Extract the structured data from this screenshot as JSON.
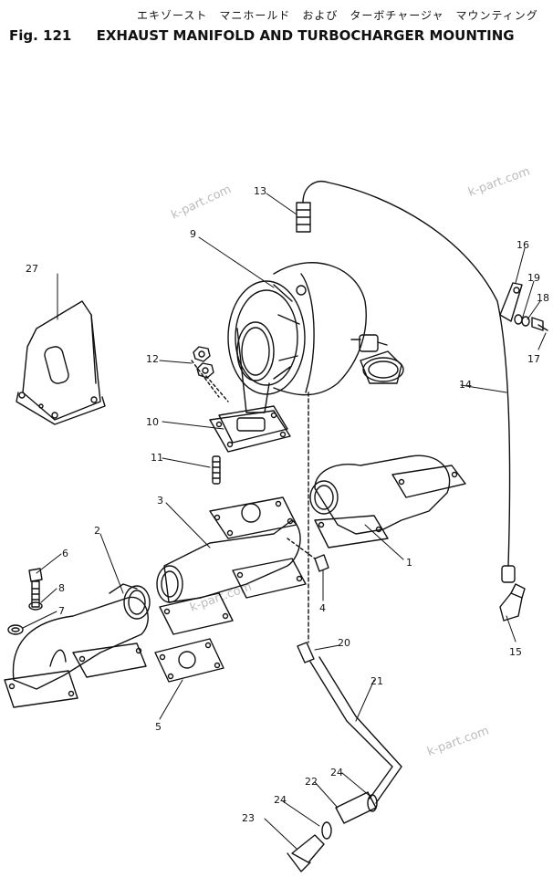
{
  "figure": {
    "title_jp": "エキゾースト　マニホールド　および　ターボチャージャ　マウンティング",
    "fig_label": "Fig. 121",
    "title_en": "EXHAUST MANIFOLD AND TURBOCHARGER MOUNTING"
  },
  "watermarks": [
    "k-part.com",
    "k-part.com",
    "k-part.com",
    "k-part.com"
  ],
  "callouts": {
    "c1": "1",
    "c2": "2",
    "c3": "3",
    "c4": "4",
    "c5": "5",
    "c6": "6",
    "c7": "7",
    "c8": "8",
    "c9": "9",
    "c10": "10",
    "c11": "11",
    "c12": "12",
    "c13": "13",
    "c14": "14",
    "c15": "15",
    "c16": "16",
    "c17": "17",
    "c18": "18",
    "c19": "19",
    "c20": "20",
    "c21": "21",
    "c22": "22",
    "c23": "23",
    "c24a": "24",
    "c24b": "24",
    "c27": "27"
  }
}
